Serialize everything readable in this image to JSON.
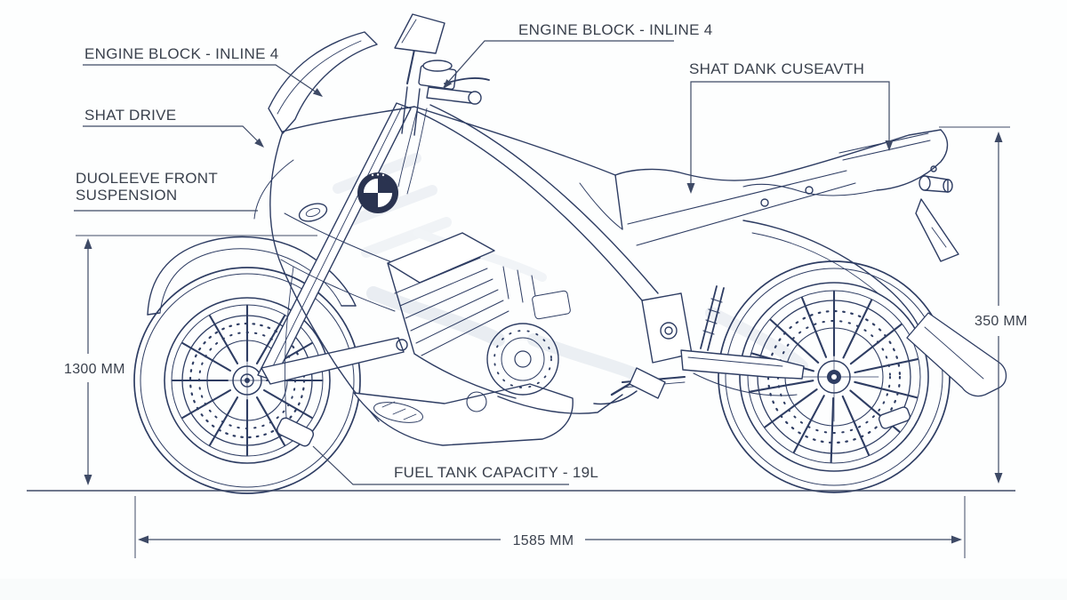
{
  "title": "motorcycle blueprint diagram",
  "callouts": {
    "engine_left": "ENGINE BLOCK - INLINE 4",
    "engine_top": "ENGINE BLOCK - INLINE 4",
    "shaft_drive": "SHAT DRIVE",
    "front_suspension_line1": "DUOLEEVE FRONT",
    "front_suspension_line2": "SUSPENSION",
    "rear_subframe": "SHAT DANK CUSEAVTH",
    "fuel_tank": "FUEL TANK CAPACITY - 19L"
  },
  "dimensions": {
    "wheel_height": "1300 MM",
    "rear_height": "350 MM",
    "wheelbase": "1585 MM"
  },
  "icons": {
    "logo": "bmw-roundel"
  },
  "colors": {
    "line": "#2e3d63",
    "annotation": "#3e4a66",
    "text": "#3a414d",
    "background": "#ffffff"
  }
}
